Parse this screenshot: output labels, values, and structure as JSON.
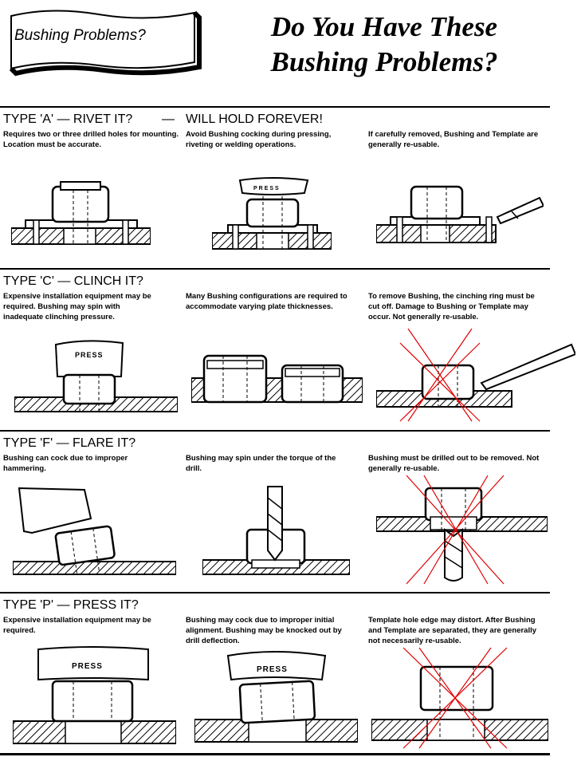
{
  "banner": {
    "label": "Bushing Problems?"
  },
  "title_line1": "Do You Have These",
  "title_line2": "Bushing Problems?",
  "rows": [
    {
      "title": "TYPE 'A' — RIVET IT?",
      "dash": "—",
      "title2": "WILL HOLD FOREVER!",
      "cols": [
        "Requires two or three drilled holes for mounting.  Location must be accurate.",
        "Avoid Bushing cocking during pressing, riveting or welding operations.",
        "If carefully removed, Bushing and Template are generally re-usable."
      ]
    },
    {
      "title": "TYPE 'C' —  CLINCH IT?",
      "cols": [
        "Expensive installation equipment may be required.  Bushing may spin with inadequate clinching pressure.",
        "Many Bushing configurations are required to accommodate varying plate thicknesses.",
        "To remove Bushing, the cinching ring must be cut off.  Damage to Bushing or Template may occur.  Not generally re-usable."
      ]
    },
    {
      "title": "TYPE 'F' — FLARE IT?",
      "cols": [
        "Bushing can cock due to improper hammering.",
        "Bushing may spin under the torque of the drill.",
        "Bushing must be drilled out to be removed. Not generally re-usable."
      ]
    },
    {
      "title": "TYPE 'P' —  PRESS IT?",
      "cols": [
        "Expensive installation equipment may be required.",
        "Bushing may cock due to improper initial alignment.  Bushing may be knocked out by drill deflection.",
        "Template hole edge may distort.  After Bushing and Template are separated, they are generally not necessarily re-usable."
      ]
    }
  ],
  "press_label": "PRESS",
  "colors": {
    "ink": "#000000",
    "cross": "#e00000"
  }
}
